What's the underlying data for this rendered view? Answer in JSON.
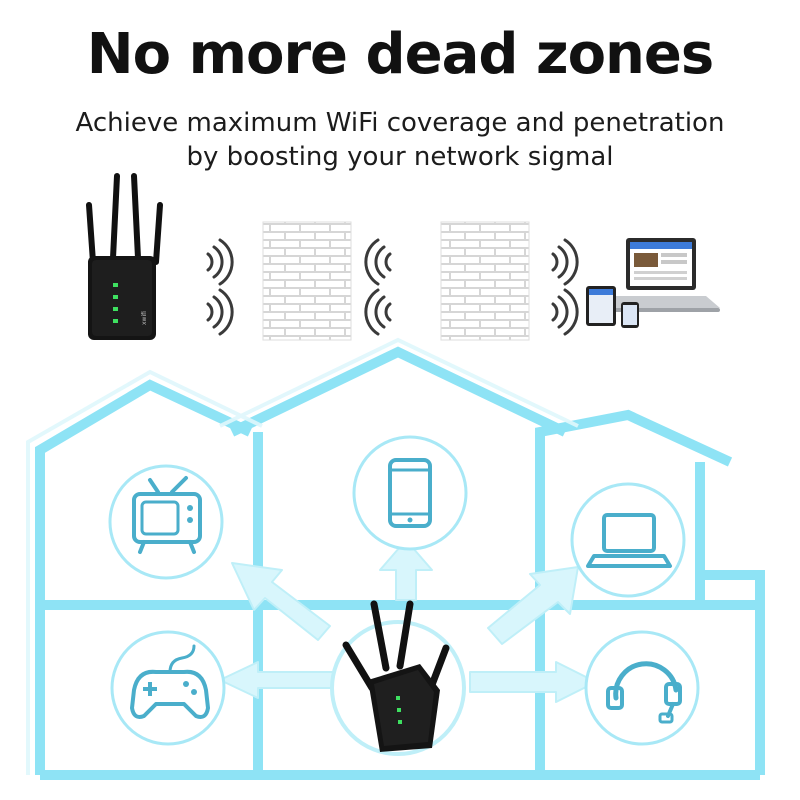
{
  "hero": {
    "headline": "No more dead zones",
    "subline_1": "Achieve maximum WiFi coverage and penetration",
    "subline_2": "by boosting your network sigmal"
  },
  "device": {
    "brand_mark": "xwifi"
  },
  "icons": {
    "rooms": [
      "tv-icon",
      "smartphone-icon",
      "laptop-icon",
      "gamepad-icon",
      "headphones-icon"
    ],
    "signals": [
      "wifi-waves-icon"
    ],
    "obstacles": [
      "brick-wall"
    ]
  },
  "colors": {
    "house_outline": "#8ee3f5",
    "arrow_fill": "#d8f6fc",
    "icon_stroke": "#4aaecb",
    "signal_wave": "#3a3a3a",
    "device_body": "#141414",
    "device_led": "#3ee060",
    "brick": "#ececec"
  }
}
